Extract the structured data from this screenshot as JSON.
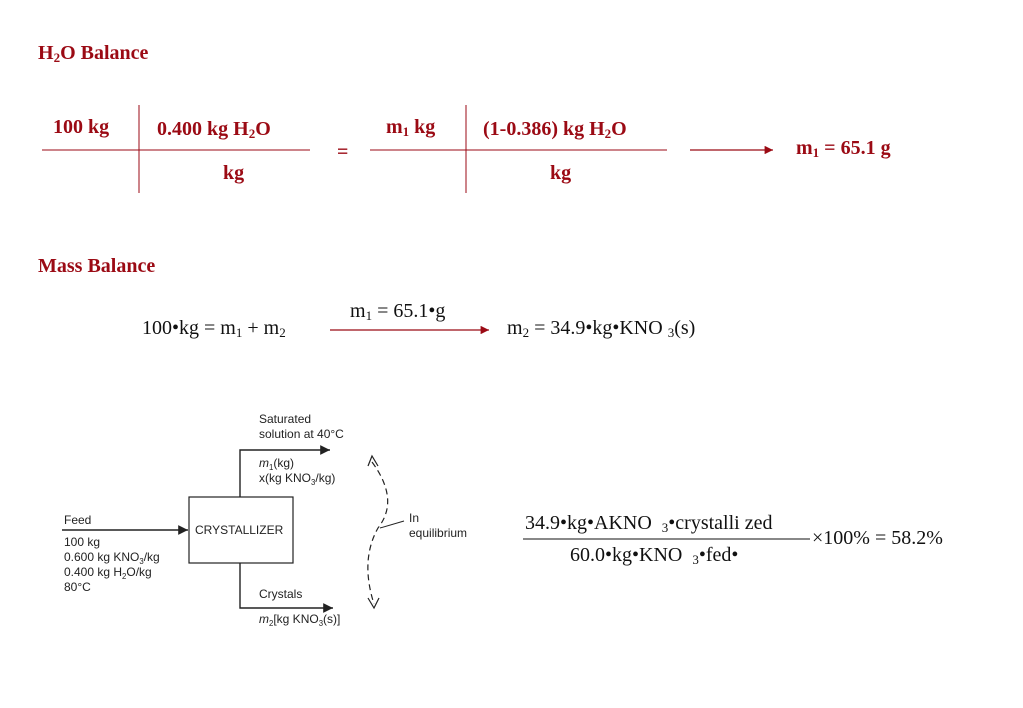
{
  "h2o_balance": {
    "title_pre": "H",
    "title_sub": "2",
    "title_post": "O Balance",
    "left_num_1": "100 kg",
    "left_num_2_pre": "0.400 kg H",
    "left_num_2_sub": "2",
    "left_num_2_post": "O",
    "left_den": "kg",
    "equals": "=",
    "right_num_1_pre": "m",
    "right_num_1_sub": "1",
    "right_num_1_post": " kg",
    "right_num_2_pre": "(1-0.386) kg H",
    "right_num_2_sub": "2",
    "right_num_2_post": "O",
    "right_den": "kg",
    "result_pre": "m",
    "result_sub": "1",
    "result_post": " = 65.1 g"
  },
  "mass_balance": {
    "title": "Mass Balance",
    "lhs_a": "100•kg  = m",
    "lhs_sub1": "1",
    "lhs_b": " + m",
    "lhs_sub2": "2",
    "cond_pre": "m",
    "cond_sub": "1",
    "cond_post": " = 65.1•g",
    "rhs_a": "m",
    "rhs_sub": "2",
    "rhs_b": " = 34.9•kg•KNO",
    "rhs_sub2": "3",
    "rhs_c": "(s)"
  },
  "diagram": {
    "top_label_1": "Saturated",
    "top_label_2": "solution at 40°C",
    "top_m1": "m",
    "top_m1_sub": "1",
    "top_m1_post": "(kg)",
    "top_x": "x(kg KNO",
    "top_x_sub": "3",
    "top_x_post": "/kg)",
    "feed_title": "Feed",
    "feed_1": "100 kg",
    "feed_2_pre": "0.600 kg  KNO",
    "feed_2_sub": "3",
    "feed_2_post": "/kg",
    "feed_3_pre": "0.400 kg  H",
    "feed_3_sub": "2",
    "feed_3_post": "O/kg",
    "feed_4": "80°C",
    "box_label": "CRYSTALLIZER",
    "eq_label_1": "In",
    "eq_label_2": "equilibrium",
    "crystals_label": "Crystals",
    "crystals_m2": "m",
    "crystals_m2_sub": "2",
    "crystals_m2_post": "[kg KNO",
    "crystals_sub3": "3",
    "crystals_post2": "(s)]"
  },
  "yield_eq": {
    "num_a": "34.9•kg•AKNO",
    "num_sub": "3",
    "num_b": "•crystalli  zed",
    "den_a": "60.0•kg•KNO",
    "den_sub": "3",
    "den_b": "•fed•",
    "rhs": "×100% = 58.2%"
  }
}
